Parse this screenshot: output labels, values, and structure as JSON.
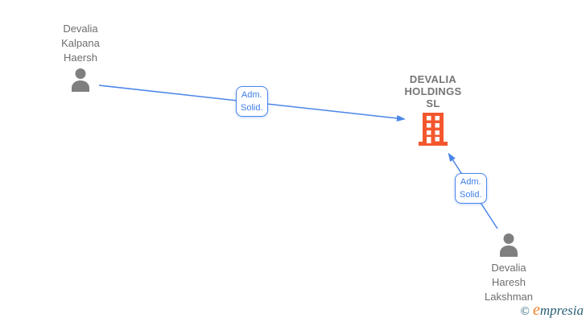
{
  "diagram": {
    "nodes": {
      "person1": {
        "type": "person",
        "name": "Devalia\nKalpana\nHaersh"
      },
      "company": {
        "type": "company",
        "name": "DEVALIA\nHOLDINGS\nSL"
      },
      "person2": {
        "type": "person",
        "name": "Devalia\nHaresh\nLakshman"
      }
    },
    "edges": [
      {
        "from": "person1",
        "to": "company",
        "label": "Adm.\nSolid."
      },
      {
        "from": "person2",
        "to": "company",
        "label": "Adm.\nSolid."
      }
    ]
  },
  "watermark": {
    "copyright": "©",
    "brand_initial": "e",
    "brand_rest": "mpresia"
  },
  "colors": {
    "arrow_blue": "#4A86E8",
    "label_blue": "#3F7EE8",
    "person_gray": "#7F7F7F",
    "name_text_gray": "#6E6E6E",
    "company_text_gray": "#757575",
    "building_orange": "#F4572E",
    "logo_orange": "#EF7D22",
    "logo_teal": "#2A6076"
  }
}
